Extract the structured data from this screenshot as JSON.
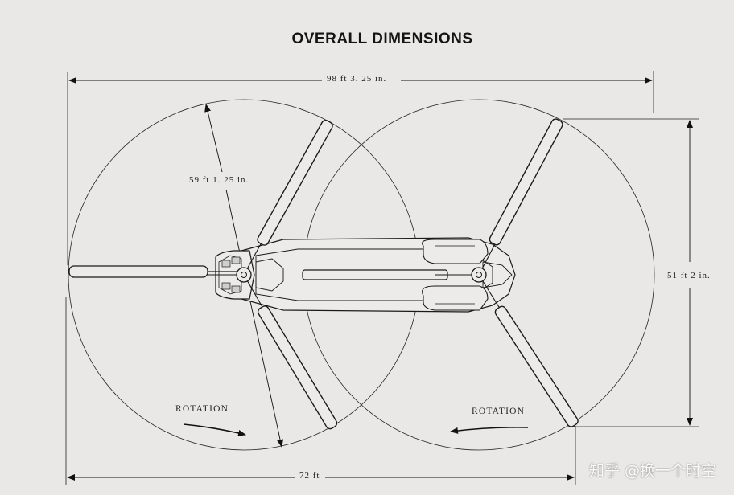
{
  "title": "OVERALL DIMENSIONS",
  "dimensions": {
    "overall_length": "98 ft 3. 25 in.",
    "rotor_radius": "59 ft 1. 25 in.",
    "overall_height": "51 ft 2 in.",
    "rotor_span": "72 ft"
  },
  "rotation": {
    "front": "ROTATION",
    "rear": "ROTATION"
  },
  "watermark": "知乎 @换一个时空"
}
